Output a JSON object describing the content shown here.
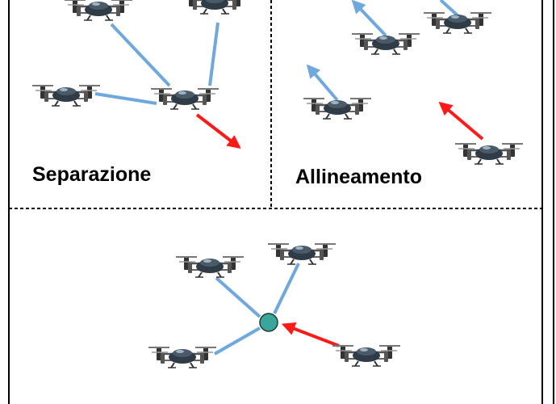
{
  "panels": [
    {
      "id": "separation",
      "label": "Separazione"
    },
    {
      "id": "alignment",
      "label": "Allineamento"
    },
    {
      "id": "cohesion",
      "label": ""
    }
  ],
  "colors": {
    "neighbor_link": "#6fa8dc",
    "steering_arrow": "#ff1a1a",
    "center_of_mass": "#3aa59a",
    "border": "#000000",
    "drone_body": "#2f3b47"
  },
  "icons": [
    "drone-icon",
    "center-of-mass-marker"
  ]
}
